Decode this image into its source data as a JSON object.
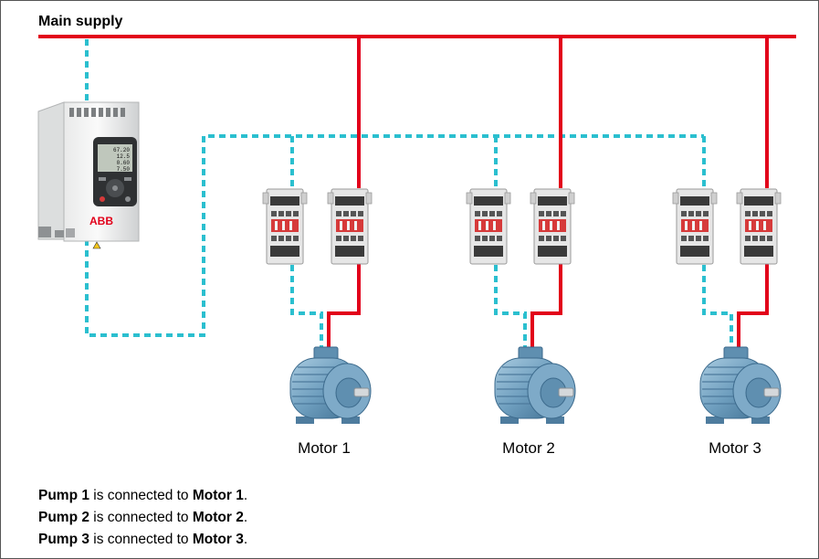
{
  "title": "Main supply",
  "drive": {
    "brand": "ABB",
    "display_lines": [
      "67.20",
      "12.5",
      "0.60",
      "7.50"
    ]
  },
  "motors": [
    {
      "label": "Motor 1"
    },
    {
      "label": "Motor 2"
    },
    {
      "label": "Motor 3"
    }
  ],
  "notes": [
    {
      "pump": "Pump 1",
      "middle": " is connected to ",
      "motor": "Motor 1",
      "end": "."
    },
    {
      "pump": "Pump 2",
      "middle": " is connected to ",
      "motor": "Motor 2",
      "end": "."
    },
    {
      "pump": "Pump 3",
      "middle": " is connected to ",
      "motor": "Motor 3",
      "end": "."
    }
  ],
  "colors": {
    "supply_line": "#e2001a",
    "control_line": "#2bbfcf",
    "motor_body": "#6f9fbf",
    "contactor_body": "#e6e6e6"
  }
}
